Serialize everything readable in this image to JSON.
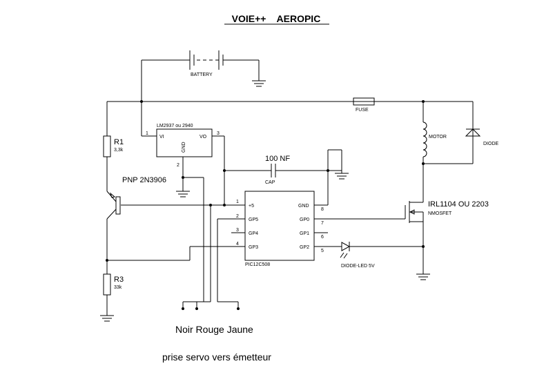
{
  "title": "VOIE++    AEROPIC",
  "caption": "prise servo vers émetteur",
  "servo_wires": "Noir Rouge Jaune",
  "components": {
    "battery": "BATTERY",
    "fuse": "FUSE",
    "motor": "MOTOR",
    "diode": "DIODE",
    "regulator": {
      "name": "LM2937 ou 2940",
      "vi": "VI",
      "vo": "VO",
      "gnd": "GND",
      "pin1": "1",
      "pin2": "2",
      "pin3": "3"
    },
    "r1": {
      "name": "R1",
      "value": "3,3k"
    },
    "r3": {
      "name": "R3",
      "value": "33k"
    },
    "transistor": "PNP 2N3906",
    "capacitor": {
      "value": "100 NF",
      "label": "CAP"
    },
    "pic": {
      "name": "PIC12C508",
      "pins_left": [
        {
          "num": "1",
          "name": "+5"
        },
        {
          "num": "2",
          "name": "GP5"
        },
        {
          "num": "3",
          "name": "GP4"
        },
        {
          "num": "4",
          "name": "GP3"
        }
      ],
      "pins_right": [
        {
          "num": "8",
          "name": "GND"
        },
        {
          "num": "7",
          "name": "GP0"
        },
        {
          "num": "6",
          "name": "GP1"
        },
        {
          "num": "5",
          "name": "GP2"
        }
      ]
    },
    "mosfet": {
      "name": "IRL1104 OU 2203",
      "type": "NMOSFET"
    },
    "led": "DIODE-LED 5V"
  }
}
